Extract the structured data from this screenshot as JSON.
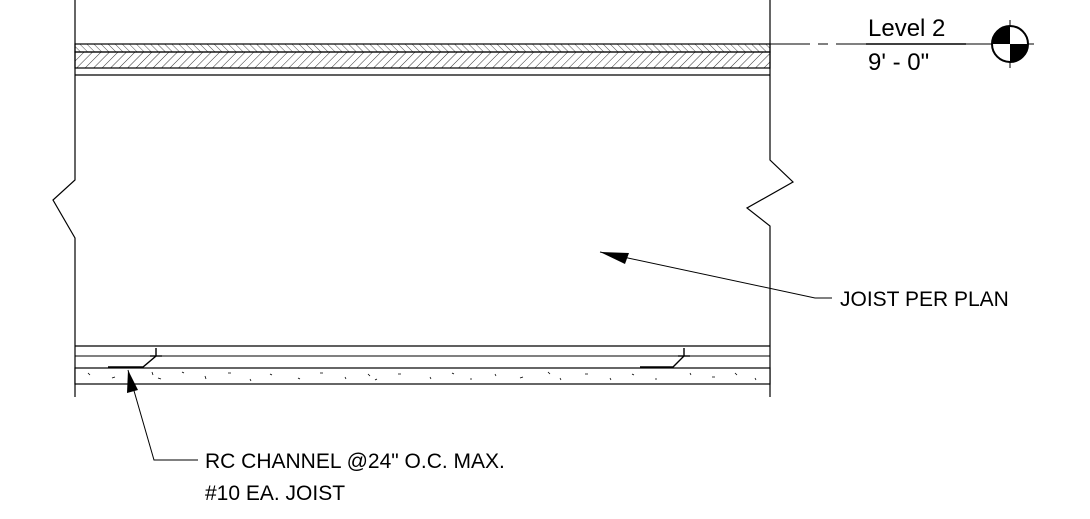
{
  "level_marker": {
    "name": "Level 2",
    "elevation": "9' - 0\""
  },
  "callouts": {
    "joist": "JOIST PER PLAN",
    "channel_line1": "RC CHANNEL @24\" O.C. MAX.",
    "channel_line2": "#10 EA. JOIST"
  },
  "colors": {
    "line": "#000000",
    "background": "#ffffff"
  }
}
